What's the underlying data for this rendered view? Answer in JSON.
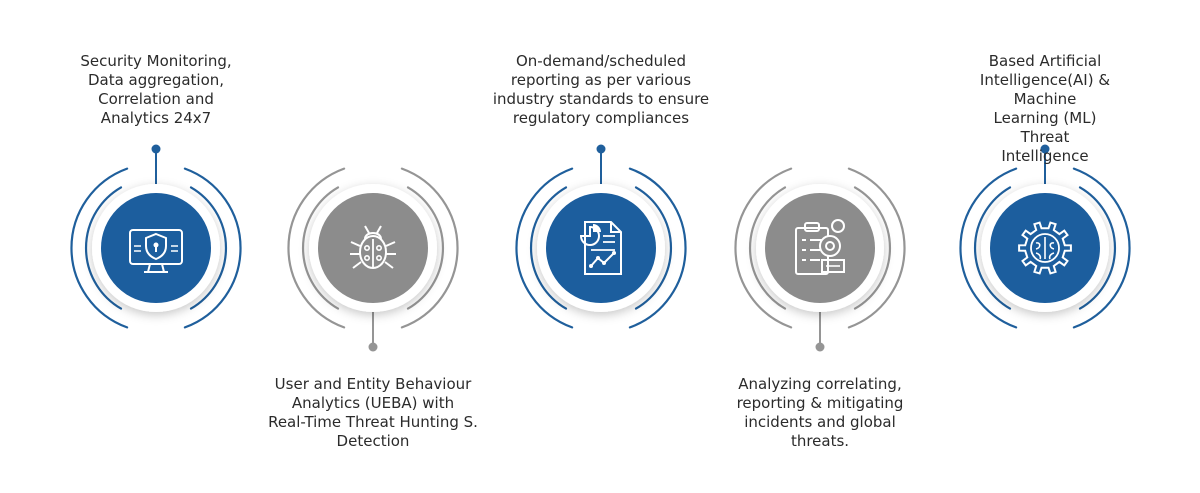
{
  "colors": {
    "blue": "#1c5e9e",
    "gray": "#8c8c8c",
    "ring_blue": "#1f5f9c",
    "ring_gray": "#959595",
    "text": "#2b2b2b"
  },
  "steps": [
    {
      "text": "Security Monitoring,\nData aggregation,\nCorrelation and\nAnalytics 24x7",
      "position": "top",
      "color": "blue",
      "icon": "shield-monitor-icon"
    },
    {
      "text": "User and Entity Behaviour\nAnalytics (UEBA) with\nReal-Time Threat Hunting S.\nDetection",
      "position": "bottom",
      "color": "gray",
      "icon": "bug-icon"
    },
    {
      "text": "On-demand/scheduled\nreporting as per various\nindustry standards to ensure\nregulatory compliances",
      "position": "top",
      "color": "blue",
      "icon": "report-chart-icon"
    },
    {
      "text": "Analyzing correlating,\nreporting & mitigating\nincidents and global\nthreats.",
      "position": "bottom",
      "color": "gray",
      "icon": "clipboard-analysis-icon"
    },
    {
      "text": "Based Artificial\nIntelligence(AI) & Machine\nLearning (ML) Threat\nIntelligence",
      "position": "top",
      "color": "blue",
      "icon": "ai-brain-gear-icon"
    }
  ]
}
